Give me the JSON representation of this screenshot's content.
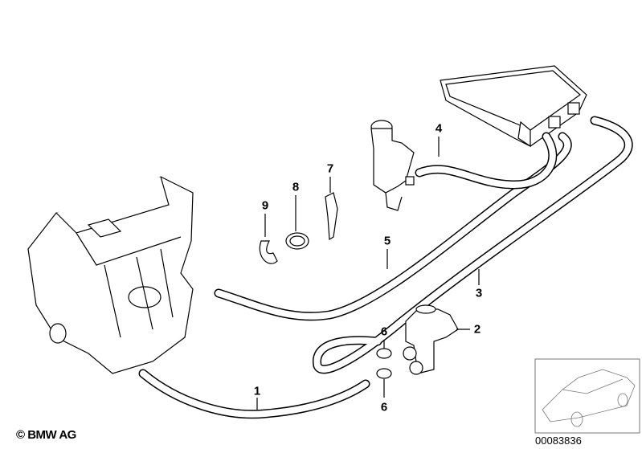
{
  "diagram": {
    "labels": [
      "1",
      "2",
      "3",
      "4",
      "5",
      "6",
      "6",
      "7",
      "8",
      "9"
    ],
    "copyright": "© BMW AG",
    "image_code": "00083836"
  }
}
